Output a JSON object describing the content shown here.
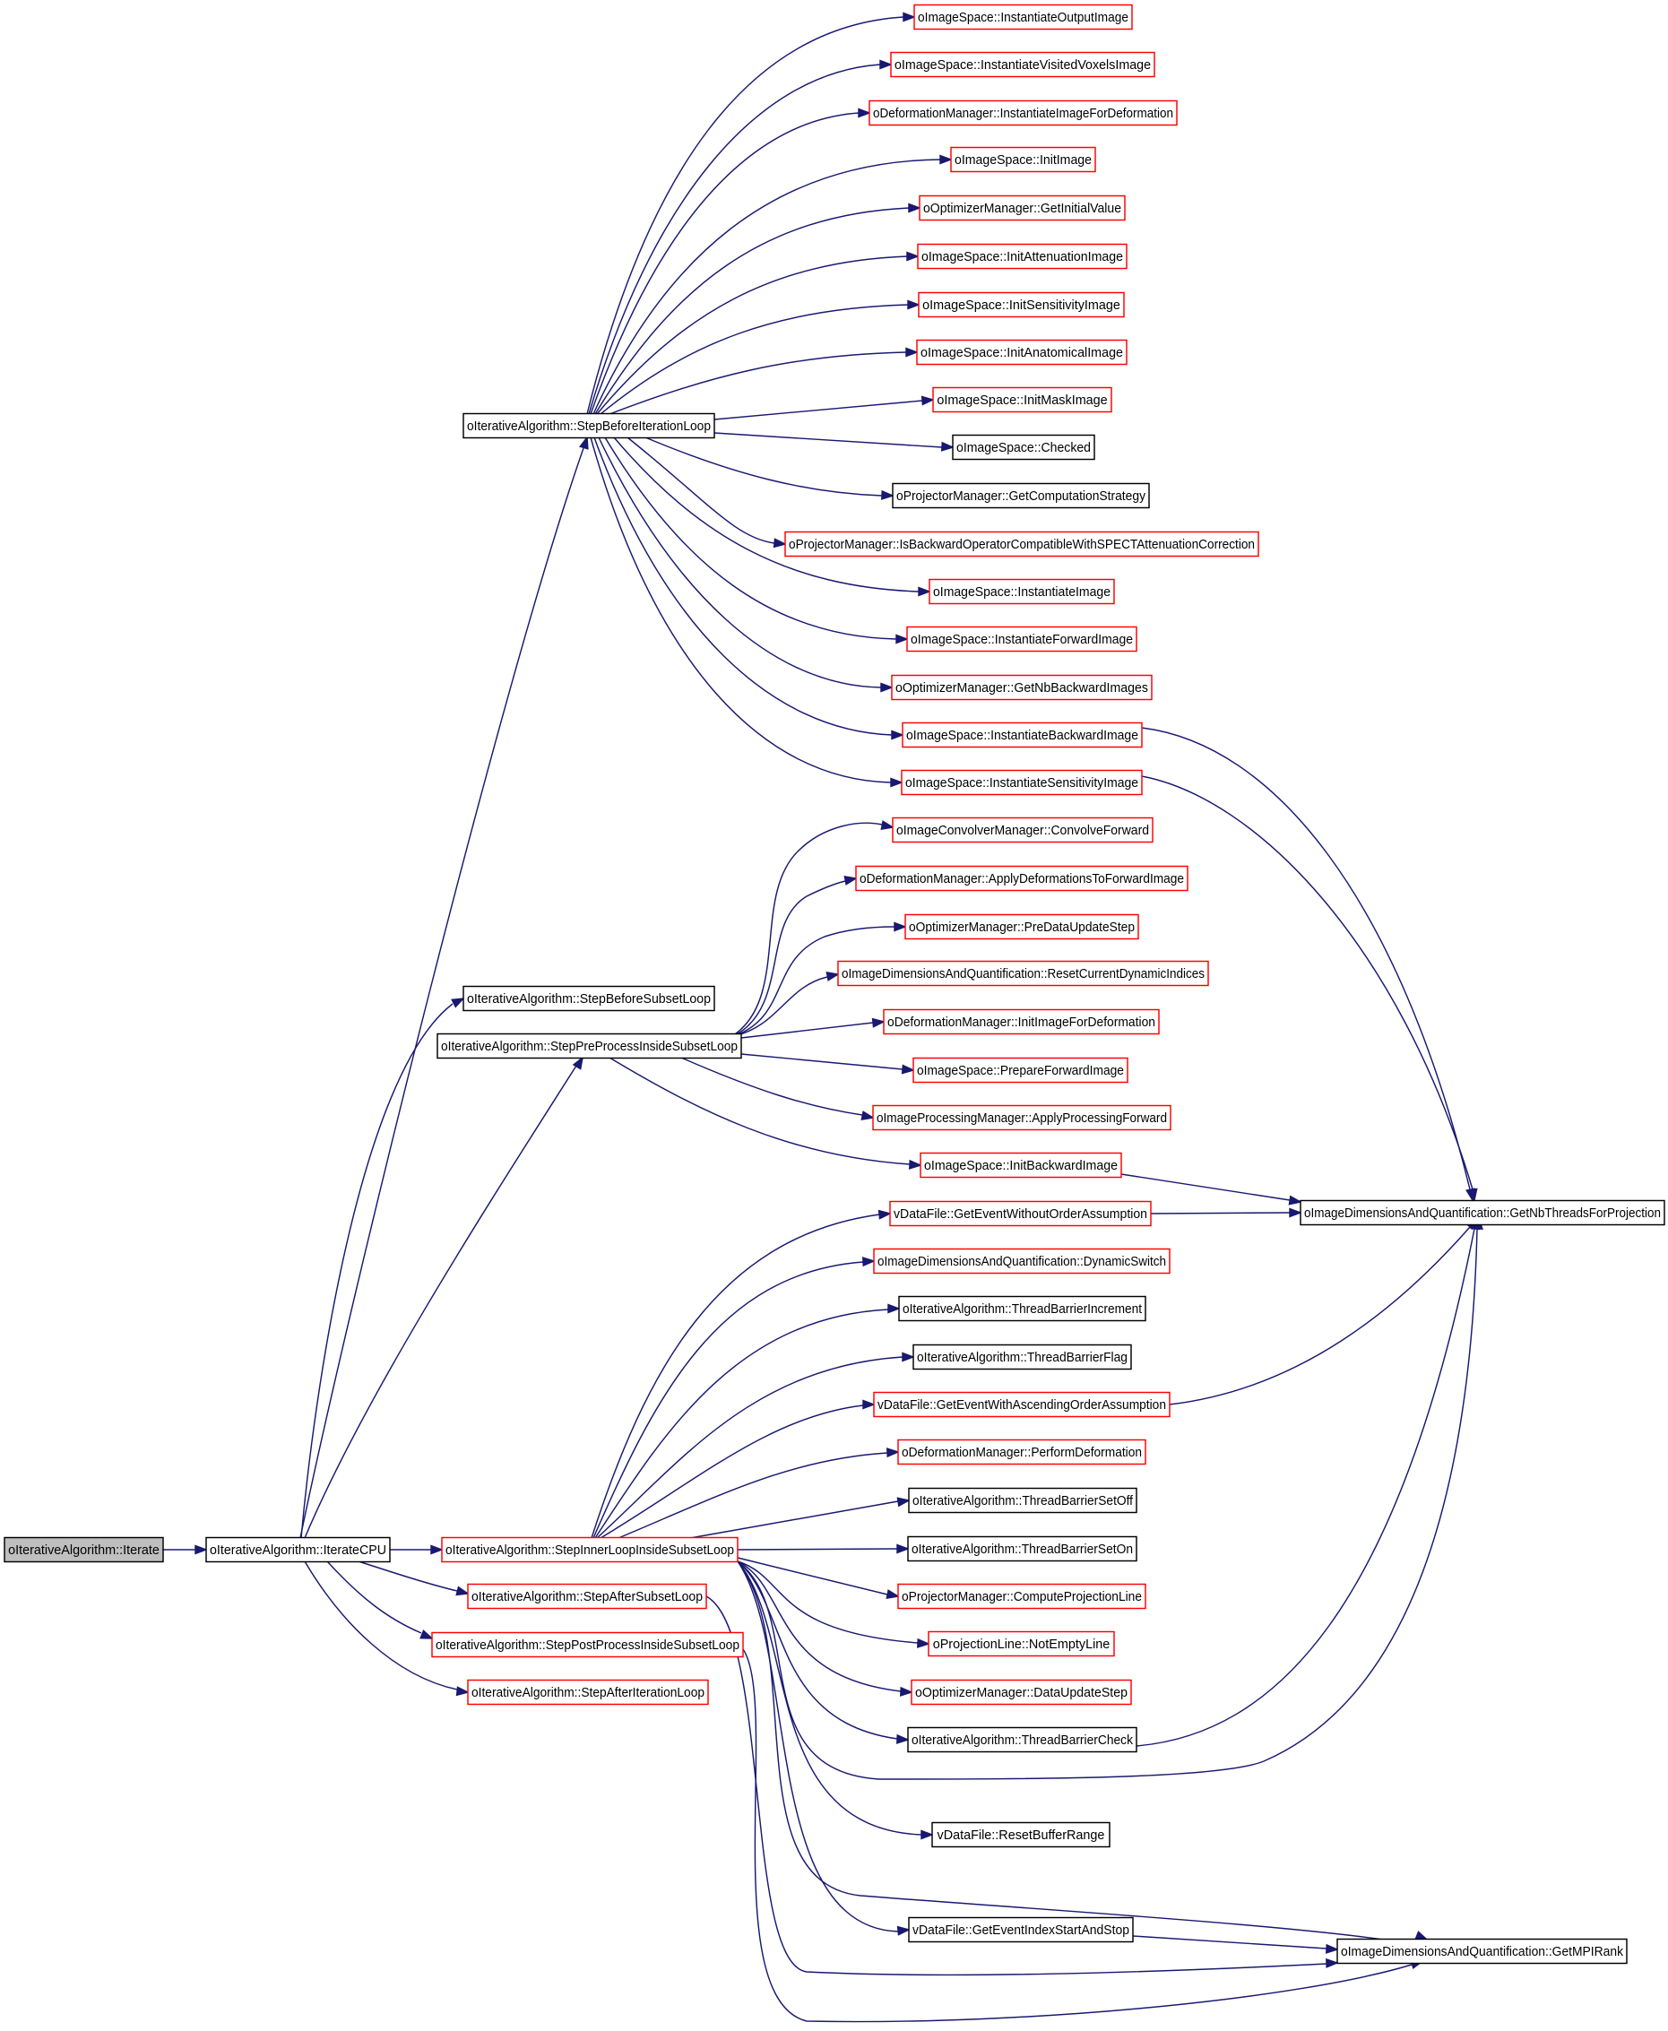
{
  "graph": {
    "root": "oIterativeAlgorithm::Iterate",
    "colors": {
      "edge": "#191970",
      "node_border_default": "#000000",
      "node_border_truncated": "#ff0000",
      "root_fill": "#bfbfbf",
      "node_fill": "#ffffff"
    },
    "nodes": [
      {
        "id": "iterate",
        "label": "oIterativeAlgorithm::Iterate",
        "style": "root"
      },
      {
        "id": "iteratecpu",
        "label": "oIterativeAlgorithm::IterateCPU",
        "style": "black"
      },
      {
        "id": "sbil",
        "label": "oIterativeAlgorithm::StepBeforeIterationLoop",
        "style": "black"
      },
      {
        "id": "sbsl",
        "label": "oIterativeAlgorithm::StepBeforeSubsetLoop",
        "style": "black"
      },
      {
        "id": "sppisl",
        "label": "oIterativeAlgorithm::StepPreProcessInsideSubsetLoop",
        "style": "black"
      },
      {
        "id": "silisl",
        "label": "oIterativeAlgorithm::StepInnerLoopInsideSubsetLoop",
        "style": "red"
      },
      {
        "id": "sasl",
        "label": "oIterativeAlgorithm::StepAfterSubsetLoop",
        "style": "red"
      },
      {
        "id": "spoisl",
        "label": "oIterativeAlgorithm::StepPostProcessInsideSubsetLoop",
        "style": "red"
      },
      {
        "id": "sail",
        "label": "oIterativeAlgorithm::StepAfterIterationLoop",
        "style": "red"
      },
      {
        "id": "n_ioi",
        "label": "oImageSpace::InstantiateOutputImage",
        "style": "red"
      },
      {
        "id": "n_ivvi",
        "label": "oImageSpace::InstantiateVisitedVoxelsImage",
        "style": "red"
      },
      {
        "id": "n_iifd",
        "label": "oDeformationManager::InstantiateImageForDeformation",
        "style": "red"
      },
      {
        "id": "n_initimage",
        "label": "oImageSpace::InitImage",
        "style": "red"
      },
      {
        "id": "n_giv",
        "label": "oOptimizerManager::GetInitialValue",
        "style": "red"
      },
      {
        "id": "n_iai",
        "label": "oImageSpace::InitAttenuationImage",
        "style": "red"
      },
      {
        "id": "n_isi",
        "label": "oImageSpace::InitSensitivityImage",
        "style": "red"
      },
      {
        "id": "n_ianat",
        "label": "oImageSpace::InitAnatomicalImage",
        "style": "red"
      },
      {
        "id": "n_imask",
        "label": "oImageSpace::InitMaskImage",
        "style": "red"
      },
      {
        "id": "n_checked",
        "label": "oImageSpace::Checked",
        "style": "black"
      },
      {
        "id": "n_gcs",
        "label": "oProjectorManager::GetComputationStrategy",
        "style": "black"
      },
      {
        "id": "n_ibocw",
        "label": "oProjectorManager::IsBackwardOperatorCompatibleWithSPECTAttenuationCorrection",
        "style": "red"
      },
      {
        "id": "n_iimg",
        "label": "oImageSpace::InstantiateImage",
        "style": "red"
      },
      {
        "id": "n_ifi",
        "label": "oImageSpace::InstantiateForwardImage",
        "style": "red"
      },
      {
        "id": "n_gnbi",
        "label": "oOptimizerManager::GetNbBackwardImages",
        "style": "red"
      },
      {
        "id": "n_ibi",
        "label": "oImageSpace::InstantiateBackwardImage",
        "style": "red"
      },
      {
        "id": "n_insi",
        "label": "oImageSpace::InstantiateSensitivityImage",
        "style": "red"
      },
      {
        "id": "n_cf",
        "label": "oImageConvolverManager::ConvolveForward",
        "style": "red"
      },
      {
        "id": "n_adtfi",
        "label": "oDeformationManager::ApplyDeformationsToForwardImage",
        "style": "red"
      },
      {
        "id": "n_pdus",
        "label": "oOptimizerManager::PreDataUpdateStep",
        "style": "red"
      },
      {
        "id": "n_rcdi",
        "label": "oImageDimensionsAndQuantification::ResetCurrentDynamicIndices",
        "style": "red"
      },
      {
        "id": "n_iifdef",
        "label": "oDeformationManager::InitImageForDeformation",
        "style": "red"
      },
      {
        "id": "n_pfi",
        "label": "oImageSpace::PrepareForwardImage",
        "style": "red"
      },
      {
        "id": "n_apf",
        "label": "oImageProcessingManager::ApplyProcessingForward",
        "style": "red"
      },
      {
        "id": "n_ibackimg",
        "label": "oImageSpace::InitBackwardImage",
        "style": "red"
      },
      {
        "id": "n_gewoa",
        "label": "vDataFile::GetEventWithoutOrderAssumption",
        "style": "red"
      },
      {
        "id": "n_ds",
        "label": "oImageDimensionsAndQuantification::DynamicSwitch",
        "style": "red"
      },
      {
        "id": "n_tbi",
        "label": "oIterativeAlgorithm::ThreadBarrierIncrement",
        "style": "black"
      },
      {
        "id": "n_tbf",
        "label": "oIterativeAlgorithm::ThreadBarrierFlag",
        "style": "black"
      },
      {
        "id": "n_gewaoa",
        "label": "vDataFile::GetEventWithAscendingOrderAssumption",
        "style": "red"
      },
      {
        "id": "n_pd",
        "label": "oDeformationManager::PerformDeformation",
        "style": "red"
      },
      {
        "id": "n_tbsoff",
        "label": "oIterativeAlgorithm::ThreadBarrierSetOff",
        "style": "black"
      },
      {
        "id": "n_tbson",
        "label": "oIterativeAlgorithm::ThreadBarrierSetOn",
        "style": "black"
      },
      {
        "id": "n_cpl",
        "label": "oProjectorManager::ComputeProjectionLine",
        "style": "red"
      },
      {
        "id": "n_nel",
        "label": "oProjectionLine::NotEmptyLine",
        "style": "red"
      },
      {
        "id": "n_dus",
        "label": "oOptimizerManager::DataUpdateStep",
        "style": "red"
      },
      {
        "id": "n_tbc",
        "label": "oIterativeAlgorithm::ThreadBarrierCheck",
        "style": "black"
      },
      {
        "id": "n_rbr",
        "label": "vDataFile::ResetBufferRange",
        "style": "black"
      },
      {
        "id": "n_geisas",
        "label": "vDataFile::GetEventIndexStartAndStop",
        "style": "black"
      },
      {
        "id": "n_gntfp",
        "label": "oImageDimensionsAndQuantification::GetNbThreadsForProjection",
        "style": "black"
      },
      {
        "id": "n_gmpi",
        "label": "oImageDimensionsAndQuantification::GetMPIRank",
        "style": "black"
      }
    ]
  }
}
